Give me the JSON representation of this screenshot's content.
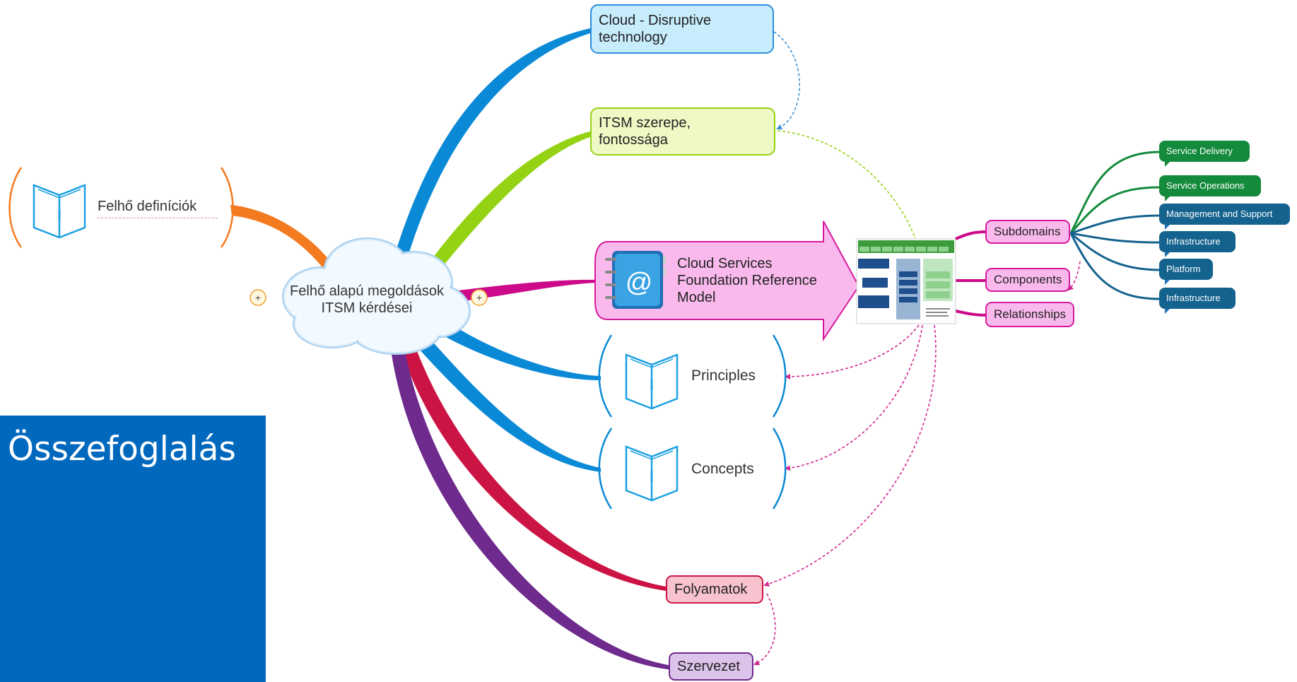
{
  "central": {
    "line1": "Felhő alapú megoldások",
    "line2": "ITSM kérdései"
  },
  "felho": {
    "label": "Felhő definíciók"
  },
  "cloud_disruptive": {
    "line1": "Cloud - Disruptive",
    "line2": "technology"
  },
  "itsm": {
    "line1": "ITSM szerepe,",
    "line2": "fontossága"
  },
  "csfrm": {
    "line1": "Cloud Services",
    "line2": "Foundation Reference",
    "line3": "Model"
  },
  "principles": {
    "label": "Principles"
  },
  "concepts": {
    "label": "Concepts"
  },
  "folyamatok": {
    "label": "Folyamatok"
  },
  "szervezet": {
    "label": "Szervezet"
  },
  "subdomains": {
    "label": "Subdomains"
  },
  "components": {
    "label": "Components"
  },
  "relationships": {
    "label": "Relationships"
  },
  "service_delivery": {
    "label": "Service Delivery"
  },
  "service_operations": {
    "label": "Service Operations"
  },
  "management_support": {
    "label": "Management and Support"
  },
  "infrastructure_1": {
    "label": "Infrastructure"
  },
  "platform": {
    "label": "Platform"
  },
  "infrastructure_2": {
    "label": "Infrastructure"
  },
  "summary": {
    "title": "Összefoglalás"
  },
  "colors": {
    "summary_bg": "#0069be",
    "blue_branch": "#0a8ad6",
    "green_branch": "#96d214",
    "orange_branch": "#f47a20",
    "magenta_branch": "#cc0a8a",
    "red_branch": "#cc1444",
    "purple_branch": "#6e2a8c",
    "dark_green": "#138a3c",
    "dark_blue": "#14628e"
  }
}
